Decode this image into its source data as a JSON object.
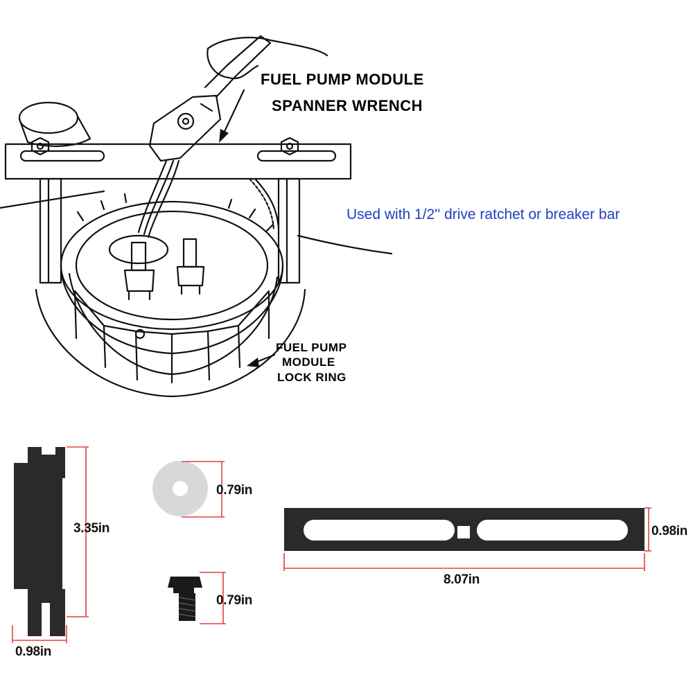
{
  "labels": {
    "wrench_line1": "FUEL PUMP MODULE",
    "wrench_line2": "SPANNER WRENCH",
    "ring_line1": "FUEL PUMP",
    "ring_line2": "MODULE",
    "ring_line3": "LOCK RING"
  },
  "note": "Used with 1/2'' drive ratchet or breaker bar",
  "dimensions": {
    "plate_height": "3.35in",
    "plate_width": "0.98in",
    "washer_diameter": "0.79in",
    "bolt_length": "0.79in",
    "bar_height": "0.98in",
    "bar_length": "8.07in"
  },
  "colors": {
    "note_text": "#1f3fbf",
    "dimension_line": "#e04040",
    "part_fill": "#2a2a2a",
    "washer_fill": "#d8d8d8"
  }
}
